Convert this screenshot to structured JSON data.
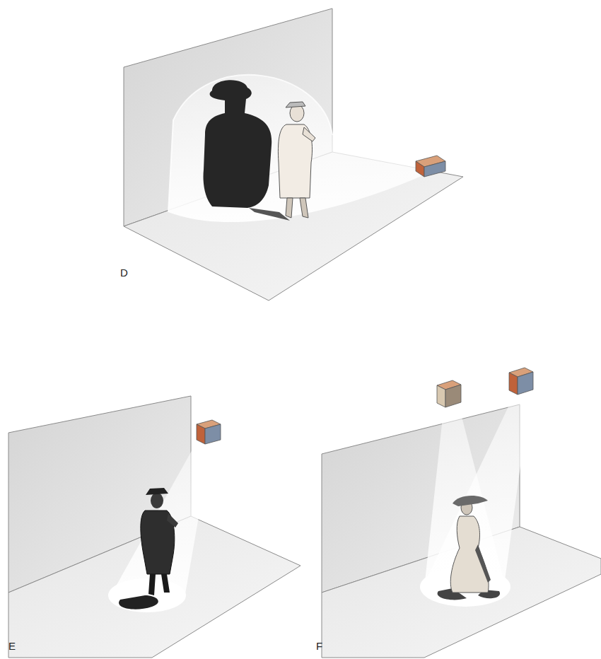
{
  "diagram": {
    "labels": [
      "D",
      "E",
      "F"
    ]
  }
}
